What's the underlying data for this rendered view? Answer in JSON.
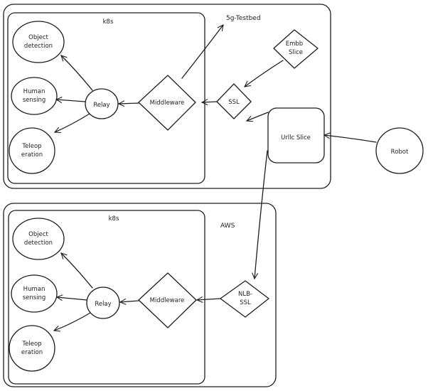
{
  "top": {
    "cluster_label": "k8s",
    "testbed_label": "5g-Testbed",
    "object_detection": [
      "Object",
      "detection"
    ],
    "human_sensing": [
      "Human",
      "sensing"
    ],
    "teleoperation": [
      "Teleop",
      "eration"
    ],
    "relay": "Relay",
    "middleware": "Middleware",
    "ssl": "SSL",
    "embb_slice": [
      "Embb",
      "Slice"
    ],
    "urllc_slice": "Urllc Slice"
  },
  "robot": "Robot",
  "bottom": {
    "cluster_label": "k8s",
    "cloud_label": "AWS",
    "object_detection": [
      "Object",
      "detection"
    ],
    "human_sensing": [
      "Human",
      "sensing"
    ],
    "teleoperation": [
      "Teleop",
      "eration"
    ],
    "relay": "Relay",
    "middleware": "Middleware",
    "nlb_ssl": [
      "NLB-",
      "SSL"
    ]
  }
}
